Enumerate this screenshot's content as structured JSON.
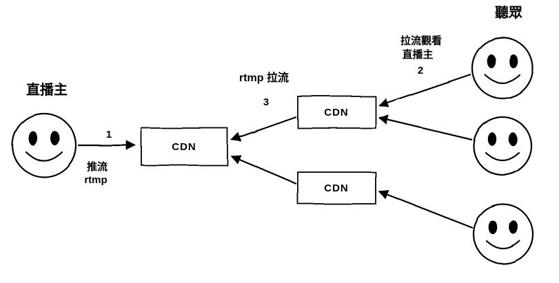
{
  "diagram": {
    "audience": "聽眾",
    "streamer": "直播主",
    "nodes": {
      "cdn_origin": "CDN",
      "cdn_edge_top": "CDN",
      "cdn_edge_bottom": "CDN"
    },
    "annotations": {
      "step1": "1",
      "step2": "2",
      "step3": "3",
      "push_line1": "推流",
      "push_line2": "rtmp",
      "pull_rtmp": "rtmp 拉流",
      "pull_watch_line1": "拉流觀看",
      "pull_watch_line2": "直播主"
    }
  }
}
